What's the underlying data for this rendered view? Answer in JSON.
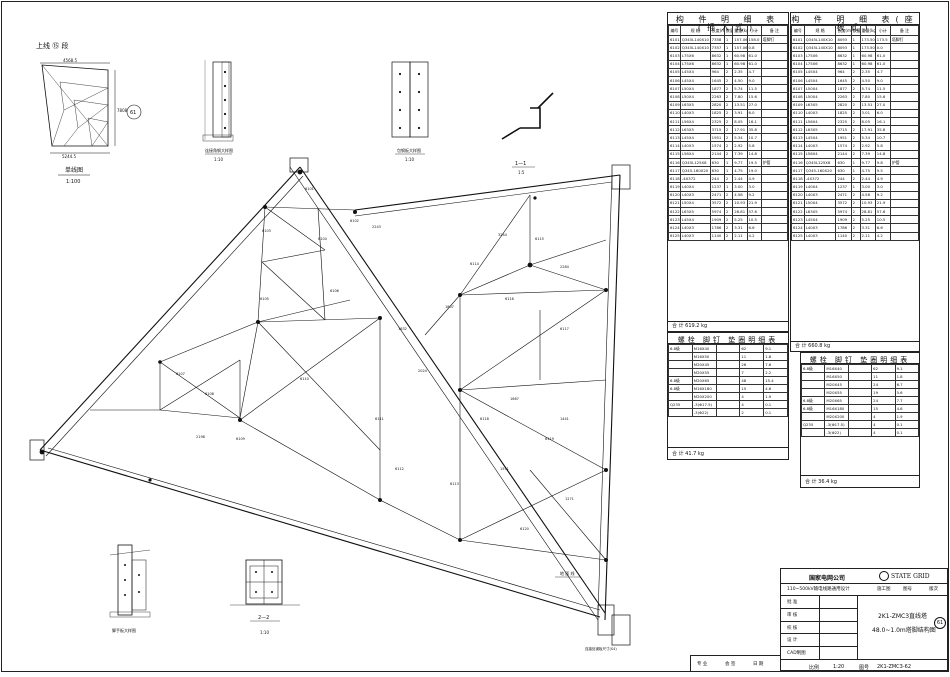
{
  "drawing": {
    "thumb_label": "上线 ⑮ 段",
    "thumb_dim_top": "4568.5",
    "thumb_dim_side": "7808",
    "thumb_dim_bottom": "5244.5",
    "thumb_circle": "61",
    "thumb_caption": "单线图",
    "thumb_scale": "1:100",
    "detail1_label": "连接角钢大样图",
    "detail1_scale": "1:10",
    "detail2_label": "包钢板大样图",
    "detail2_scale": "1:10",
    "section_label": "1—1",
    "section_scale": "1:5",
    "section2_label": "2—2",
    "section2_scale": "1:10",
    "bottom_left_label": "脚手板大样图",
    "bottom_right_note": "连接处钢板尺寸(S4)",
    "ground_label": "地 面 线",
    "member_labels": [
      "6101",
      "6102",
      "6103",
      "6104",
      "6105",
      "6106",
      "6107",
      "6108",
      "6109",
      "6110",
      "6111",
      "6112",
      "6113",
      "6114",
      "6115",
      "6116",
      "6117",
      "6118",
      "6119",
      "6120"
    ],
    "dim_labels": [
      "2243",
      "1807",
      "3244",
      "2284",
      "1832",
      "2024",
      "1667",
      "1441",
      "1551",
      "1271",
      "2198"
    ]
  },
  "parts_table_left": {
    "title": "构 件 明 细 表(插入式)",
    "headers": [
      "编号",
      "规 格",
      "长度(mm)",
      "数量",
      "重量(kg) 一件",
      "小计",
      "备 注"
    ],
    "rows": [
      [
        "6101",
        "Q345L140X10",
        "7358",
        "1",
        "157.06",
        "158.0",
        "塔脚钉"
      ],
      [
        "6102",
        "Q345L140X10",
        "7357",
        "1",
        "157.06",
        "0.8",
        ""
      ],
      [
        "6103",
        "L75X6",
        "8632",
        "1",
        "60.98",
        "61.0",
        ""
      ],
      [
        "6104",
        "L75X6",
        "8632",
        "1",
        "60.98",
        "61.0",
        ""
      ],
      [
        "6105",
        "L45X4",
        "964",
        "2",
        "2.35",
        "4.7",
        ""
      ],
      [
        "6106",
        "L45X4",
        "1645",
        "2",
        "4.50",
        "9.0",
        ""
      ],
      [
        "6107",
        "L50X4",
        "1877",
        "2",
        "5.74",
        "11.5",
        ""
      ],
      [
        "6108",
        "L50X4",
        "2263",
        "2",
        "7.80",
        "15.6",
        ""
      ],
      [
        "6109",
        "L63X5",
        "2820",
        "2",
        "13.51",
        "27.0",
        ""
      ],
      [
        "6110",
        "L40X3",
        "1825",
        "2",
        "3.91",
        "6.0",
        ""
      ],
      [
        "6111",
        "L56X4",
        "2325",
        "2",
        "8.05",
        "16.1",
        ""
      ],
      [
        "6112",
        "L63X5",
        "3715",
        "2",
        "17.91",
        "35.8",
        ""
      ],
      [
        "6113",
        "L45X4",
        "1951",
        "2",
        "5.34",
        "10.7",
        ""
      ],
      [
        "6114",
        "L40X3",
        "1574",
        "2",
        "2.92",
        "5.8",
        ""
      ],
      [
        "6115",
        "L56X4",
        "2144",
        "2",
        "7.39",
        "14.8",
        ""
      ],
      [
        "6116",
        "Q345L125X8",
        "630",
        "1",
        "9.77",
        "19.5",
        "护管"
      ],
      [
        "6117",
        "Q345-160X20",
        "630",
        "1",
        "4.75",
        "19.0",
        ""
      ],
      [
        "6118",
        "-4X372",
        "244",
        "2",
        "2.44",
        "4.9",
        ""
      ],
      [
        "6119",
        "L40X4",
        "1237",
        "1",
        "3.00",
        "3.0",
        ""
      ],
      [
        "6120",
        "L40X3",
        "2471",
        "2",
        "4.58",
        "9.2",
        ""
      ],
      [
        "6121",
        "L50X4",
        "3572",
        "2",
        "10.93",
        "21.9",
        ""
      ],
      [
        "6122",
        "L63X5",
        "5974",
        "2",
        "28.81",
        "57.6",
        ""
      ],
      [
        "6123",
        "L45X4",
        "1909",
        "2",
        "5.25",
        "10.5",
        ""
      ],
      [
        "6124",
        "L40X3",
        "1786",
        "2",
        "3.31",
        "6.6",
        ""
      ],
      [
        "6125",
        "L40X3",
        "1140",
        "2",
        "2.11",
        "4.2",
        ""
      ]
    ],
    "total": "合 计            619.2 kg"
  },
  "parts_table_right": {
    "title": "构 件 明 细 表(座板式)",
    "rows": [
      [
        "6101",
        "Q345L140X10",
        "8093",
        "1",
        "173.50",
        "173.5",
        "塔脚钉"
      ],
      [
        "6102",
        "Q345L140X10",
        "8093",
        "1",
        "173.50",
        "0.0",
        ""
      ],
      [
        "6103",
        "L75X6",
        "8632",
        "1",
        "60.98",
        "61.0",
        ""
      ],
      [
        "6104",
        "L75X6",
        "8632",
        "1",
        "60.98",
        "61.0",
        ""
      ],
      [
        "6105",
        "L45X4",
        "964",
        "2",
        "2.35",
        "4.7",
        ""
      ],
      [
        "6106",
        "L45X4",
        "1645",
        "2",
        "4.50",
        "9.0",
        ""
      ],
      [
        "6107",
        "L50X4",
        "1877",
        "2",
        "5.74",
        "11.5",
        ""
      ],
      [
        "6108",
        "L50X4",
        "2263",
        "2",
        "7.80",
        "15.6",
        ""
      ],
      [
        "6109",
        "L63X5",
        "2820",
        "2",
        "13.51",
        "27.0",
        ""
      ],
      [
        "6110",
        "L40X3",
        "1825",
        "2",
        "3.01",
        "6.0",
        ""
      ],
      [
        "6111",
        "L56X4",
        "2325",
        "2",
        "8.05",
        "16.1",
        ""
      ],
      [
        "6112",
        "L63X5",
        "3715",
        "2",
        "17.91",
        "35.8",
        ""
      ],
      [
        "6113",
        "L45X4",
        "1951",
        "2",
        "5.34",
        "10.7",
        ""
      ],
      [
        "6114",
        "L40X3",
        "1574",
        "2",
        "2.92",
        "5.8",
        ""
      ],
      [
        "6115",
        "L56X4",
        "2144",
        "2",
        "7.39",
        "14.8",
        ""
      ],
      [
        "6116",
        "Q345L125X8",
        "630",
        "1",
        "9.77",
        "9.8",
        "护管"
      ],
      [
        "6117",
        "Q345-160X20",
        "630",
        "1",
        "4.75",
        "9.5",
        ""
      ],
      [
        "6118",
        "-4X372",
        "244",
        "2",
        "2.44",
        "4.9",
        ""
      ],
      [
        "6119",
        "L40X4",
        "1237",
        "1",
        "3.00",
        "3.0",
        ""
      ],
      [
        "6120",
        "L40X3",
        "2471",
        "2",
        "4.58",
        "9.2",
        ""
      ],
      [
        "6121",
        "L50X4",
        "3572",
        "2",
        "10.93",
        "21.9",
        ""
      ],
      [
        "6122",
        "L63X5",
        "5974",
        "2",
        "28.81",
        "57.6",
        ""
      ],
      [
        "6123",
        "L45X4",
        "1909",
        "2",
        "5.25",
        "10.5",
        ""
      ],
      [
        "6124",
        "L40X3",
        "1786",
        "2",
        "3.31",
        "6.6",
        ""
      ],
      [
        "6125",
        "L40X3",
        "1140",
        "2",
        "2.11",
        "4.2",
        ""
      ]
    ],
    "total": "合 计            660.8 kg"
  },
  "bolt_table_left": {
    "title": "螺栓 脚钉 垫圈明细表",
    "rows": [
      [
        "6.8级",
        "M16X40",
        "",
        "62",
        "9.1"
      ],
      [
        "",
        "M16X50",
        "",
        "11",
        "1.8"
      ],
      [
        "",
        "M20X45",
        "",
        "26",
        "7.6"
      ],
      [
        "",
        "M20X55",
        "",
        "7",
        "2.2"
      ],
      [
        "6.8级",
        "M20X65",
        "",
        "48",
        "15.4"
      ],
      [
        "6.8级",
        "M16X180",
        "",
        "15",
        "4.6"
      ],
      [
        "",
        "M20X200",
        "",
        "4",
        "1.9"
      ],
      [
        "Q235",
        "-3(Φ17.5)",
        "",
        "4",
        "0.1"
      ],
      [
        "",
        "-3(Φ22)",
        "",
        "2",
        "0.1"
      ]
    ],
    "total": "合 计            41.7 kg"
  },
  "bolt_table_right": {
    "title": "螺栓 脚钉 垫圈明细表",
    "rows": [
      [
        "6.8级",
        "M16X40",
        "",
        "62",
        "9.1"
      ],
      [
        "",
        "M16X50",
        "",
        "11",
        "1.8"
      ],
      [
        "",
        "M20X45",
        "",
        "24",
        "6.7"
      ],
      [
        "",
        "M20X55",
        "",
        "19",
        "5.6"
      ],
      [
        "6.8级",
        "M20X65",
        "",
        "24",
        "7.7"
      ],
      [
        "6.8级",
        "M16X180",
        "",
        "15",
        "4.6"
      ],
      [
        "",
        "M20X200",
        "",
        "4",
        "1.9"
      ],
      [
        "Q235",
        "-3(Φ17.5)",
        "",
        "4",
        "0.1"
      ],
      [
        "",
        "-3(Φ22)",
        "",
        "4",
        "0.1"
      ]
    ],
    "total": "合 计            36.4 kg"
  },
  "title_block": {
    "company": "国家电网公司",
    "brand": "STATE GRID",
    "project": "110~500kV输电线路通用设计",
    "col1": "施工图",
    "col2": "图号",
    "col3": "版次",
    "drawing_title_1": "2K1-ZMC3直线塔",
    "drawing_title_2": "48.0~1.0m塔脚结构图",
    "circle_no": "61",
    "rows": [
      "批 准",
      "审 核",
      "校 核",
      "设 计",
      "CAD制图"
    ],
    "scale_label": "比例",
    "scale": "1:20",
    "sheet_label": "图号",
    "sheet_no": "2K1-ZMC3-62",
    "foot": [
      "专 业",
      "会 签",
      "日 期"
    ]
  },
  "icons": {
    "logo": "state-grid-logo-icon"
  }
}
